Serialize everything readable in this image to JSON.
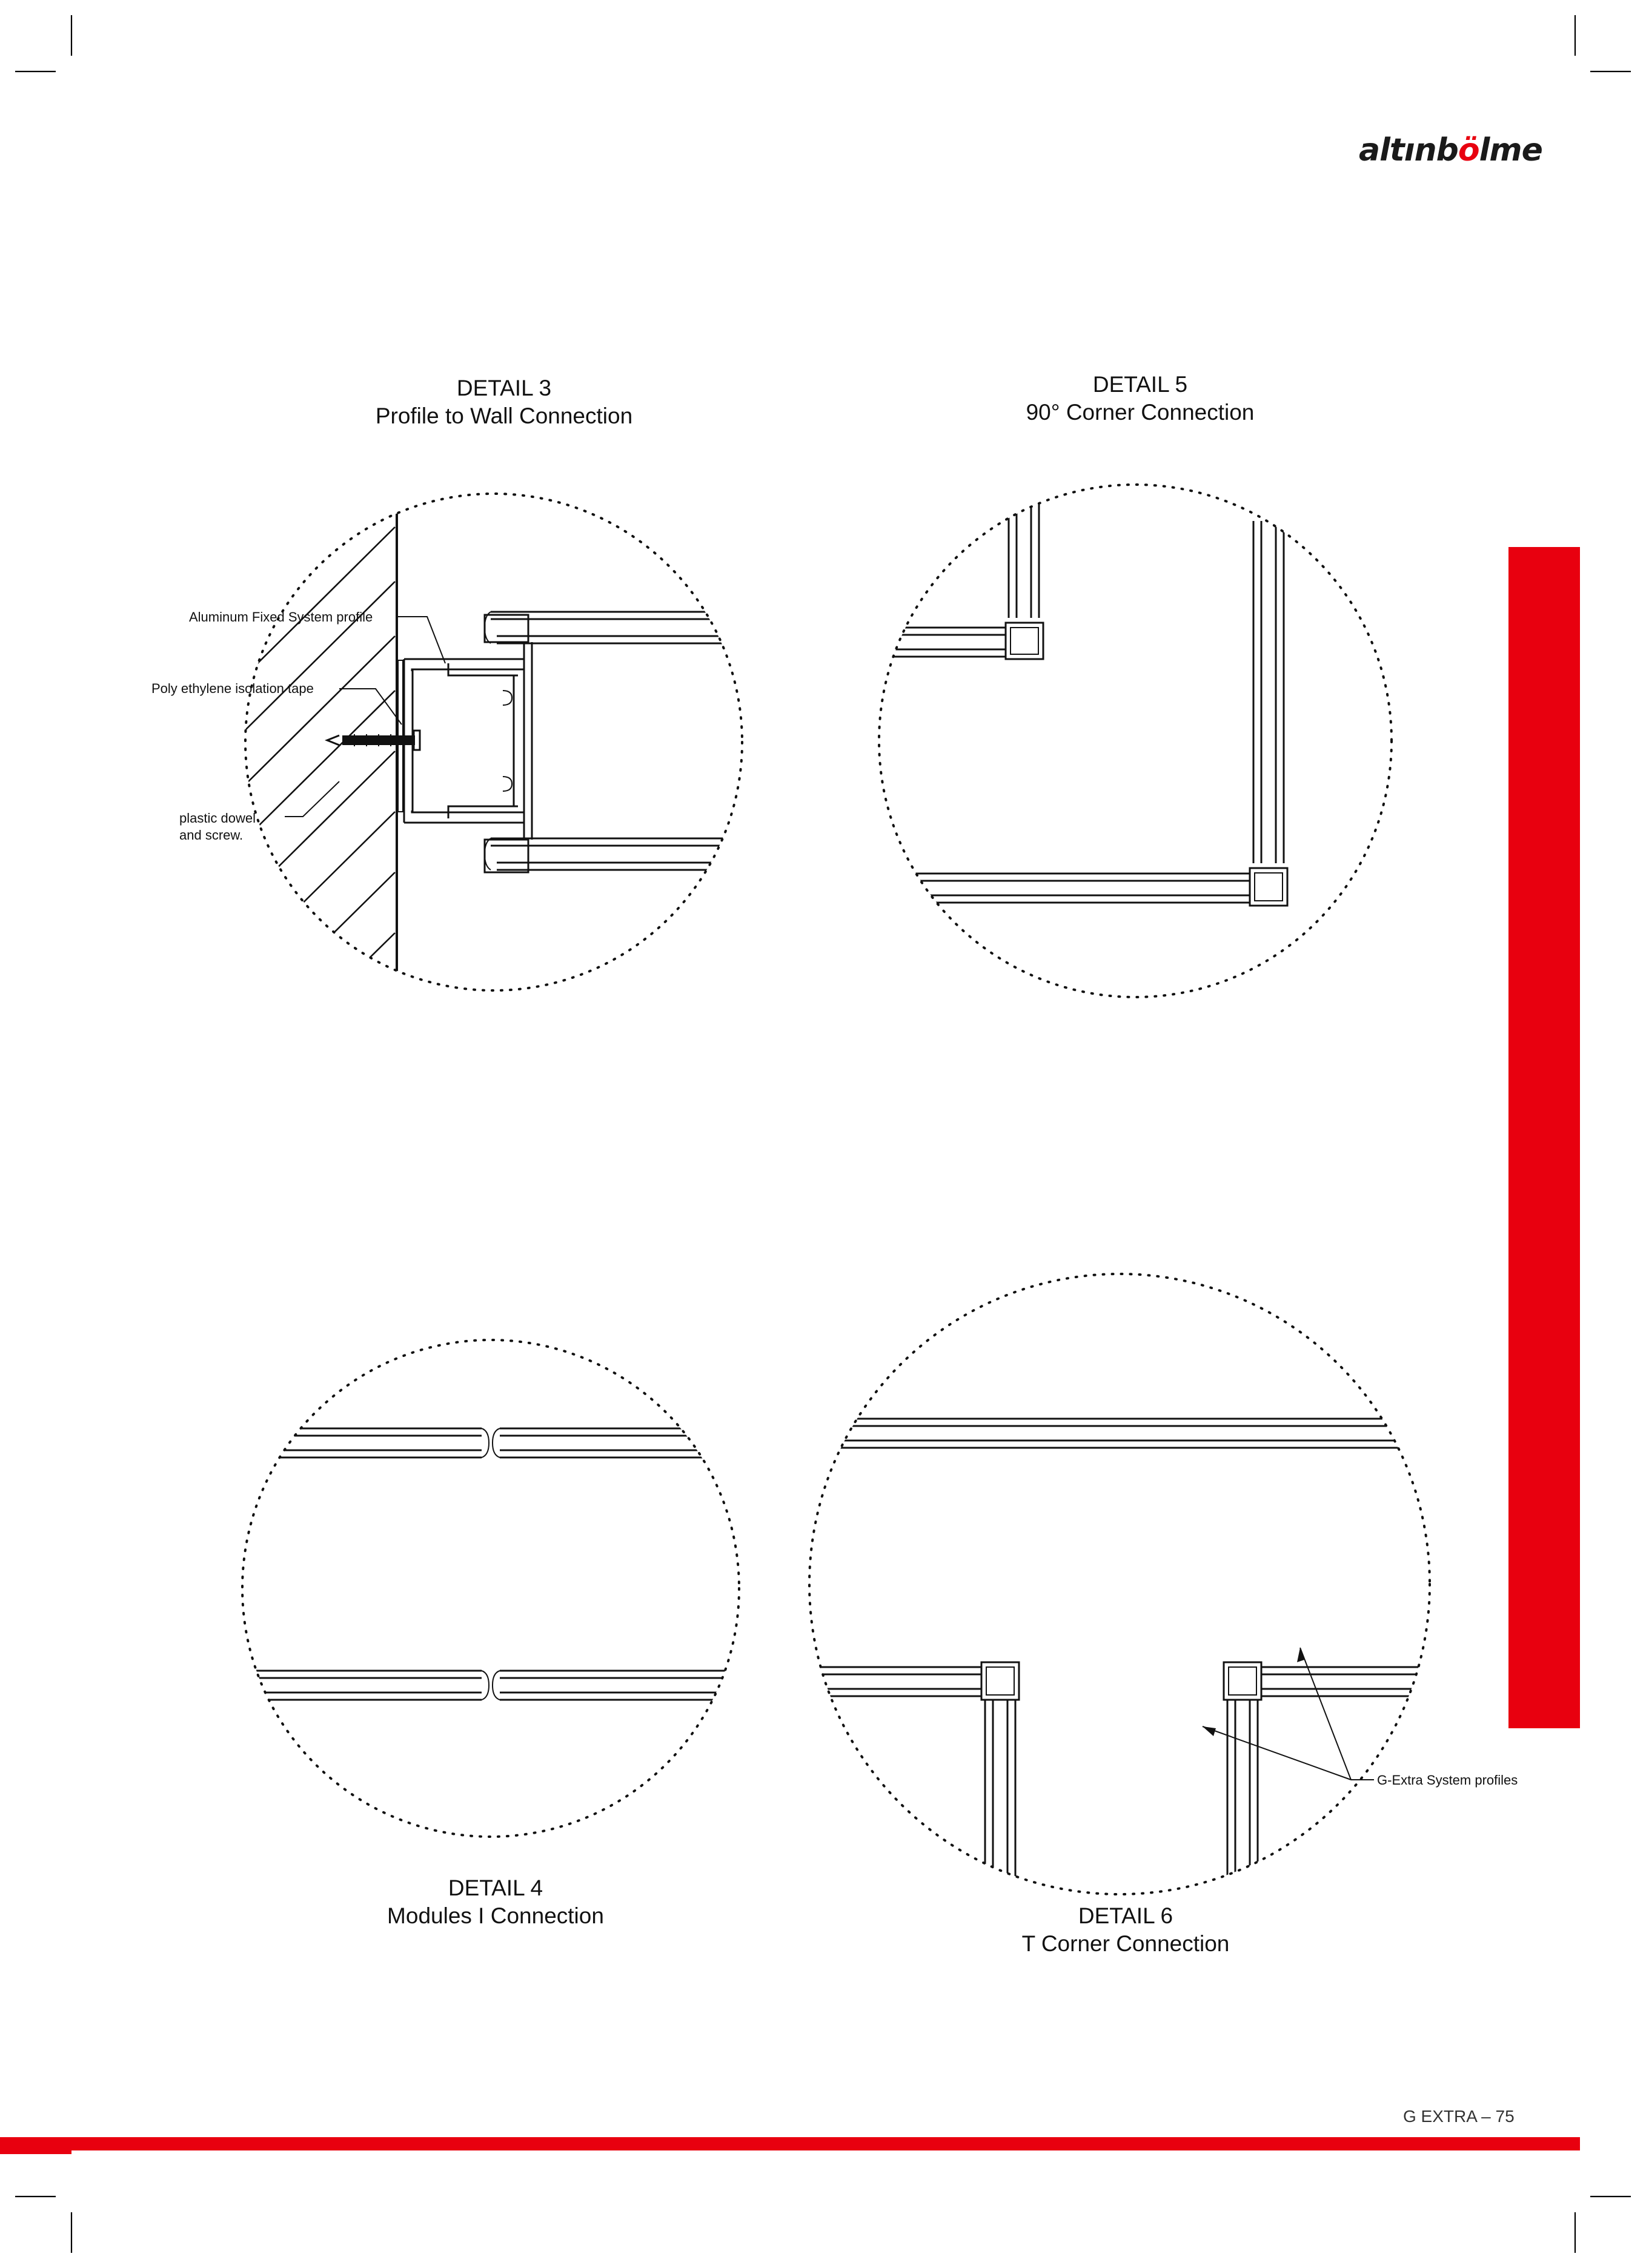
{
  "brand": {
    "logo_before": "altınb",
    "logo_accent": "ö",
    "logo_after": "lme",
    "accent_color": "#e8000f"
  },
  "details": {
    "d3": {
      "heading": "DETAIL 3",
      "subtitle": "Profile to Wall Connection"
    },
    "d5": {
      "heading": "DETAIL 5",
      "subtitle": "90°  Corner Connection"
    },
    "d4": {
      "heading": "DETAIL 4",
      "subtitle": "Modules I Connection"
    },
    "d6": {
      "heading": "DETAIL 6",
      "subtitle": "T  Corner Connection"
    }
  },
  "callouts": {
    "aluminum_profile": "Aluminum Fixed System profile",
    "isolation_tape": "Poly ethylene isolation tape",
    "dowel_line1": "plastic dowel",
    "dowel_line2": "and screw.",
    "system_profiles": "G-Extra System profiles"
  },
  "footer": {
    "page_label": "G EXTRA – 75"
  }
}
